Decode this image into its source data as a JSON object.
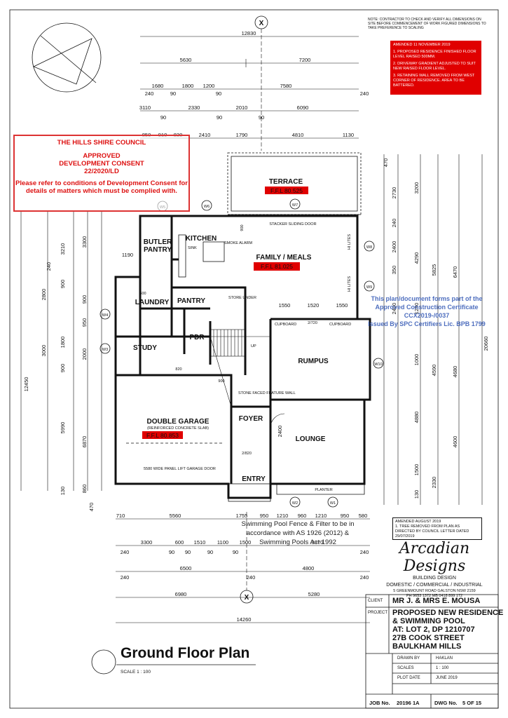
{
  "north_label": "X",
  "notes": {
    "general": "NOTE: CONTRACTOR TO CHECK AND VERIFY ALL DIMENSIONS ON SITE BEFORE COMMENCEMENT OF WORK FIGURED DIMENSIONS TO TAKE PREFERENCE TO SCALING",
    "amendment_title": "AMENDED 11 NOVEMBER 2019",
    "amendments": [
      "1. PROPOSED RESIDENCE FINISHED FLOOR LEVEL RAISED 500MM.",
      "2. DRIVEWAY GRADIENT ADJUSTED TO SUIT NEW RAISED FLOOR LEVEL.",
      "3. RETAINING WALL REMOVED FROM WEST CORNER OF RESIDENCE. AREA TO BE BATTERED."
    ],
    "amendment2_title": "AMENDED AUGUST 2019",
    "amendment2_text": "1. TREE REMOVED FROM PLAN AS DIRECTED BY COUNCIL LETTER DATED 29/07/2019"
  },
  "council_stamp": {
    "line1": "THE HILLS SHIRE COUNCIL",
    "line2": "APPROVED",
    "line3": "DEVELOPMENT CONSENT",
    "line4": "22/2020/LD",
    "line5": "Please refer to conditions of Development Consent for details of matters which must be complied with."
  },
  "certifier_stamp": {
    "line1": "This plan/document forms part of the",
    "line2": "Approved Construction Certificate",
    "line3": "CCX2019-/0037",
    "line4": "Issued By SPC Certifiers Lic. BPB 1799"
  },
  "pool_note": "Swimming Pool Fence & Filter to be in accordance with AS 1926 (2012) & Swimming Pools Act 1992",
  "rooms": {
    "terrace": "TERRACE",
    "terrace_ffl": "F.F.L 80.525",
    "kitchen": "KITCHEN",
    "butler": "BUTLER",
    "pantry1": "PANTRY",
    "family": "FAMILY / MEALS",
    "family_ffl": "F.F.L 81.025",
    "laundry": "LAUNDRY",
    "pantry2": "PANTRY",
    "study": "STUDY",
    "pdr": "PDR",
    "rumpus": "RUMPUS",
    "garage": "DOUBLE GARAGE",
    "garage_sub": "(REINFORCED CONCRETE SLAB)",
    "garage_ffl": "F.F.L 80.853",
    "garage_door": "5580 WIDE PANEL LIFT GARAGE DOOR",
    "foyer": "FOYER",
    "lounge": "LOUNGE",
    "entry": "ENTRY",
    "stacker": "STACKER SLIDING DOOR",
    "planter": "PLANTER",
    "stone": "STONE FACED FEATURE WALL",
    "cupboard": "CUPBOARD",
    "sink": "SINK",
    "smoke": "SMOKE ALARM",
    "hilites": "HI LITES",
    "store": "STORE UNDER",
    "up": "UP"
  },
  "windows": [
    "W5",
    "W6",
    "W7",
    "W8",
    "W9",
    "W4",
    "W3",
    "W10",
    "W2",
    "W1"
  ],
  "dims_top": {
    "overall": "12830",
    "row1": [
      "5630",
      "7200"
    ],
    "row2": [
      "1680",
      "1800",
      "1200",
      "7580"
    ],
    "row2_edges": [
      "240",
      "90",
      "90",
      "240"
    ],
    "row3": [
      "3110",
      "2330",
      "2010",
      "6090"
    ],
    "row3_edges": [
      "90",
      "90",
      "90"
    ],
    "row4": [
      "850",
      "910",
      "830",
      "2410",
      "1790",
      "4810",
      "1130"
    ]
  },
  "dims_bottom": {
    "row1": [
      "710",
      "5560",
      "1755",
      "950",
      "1210",
      "960",
      "1210",
      "950",
      "580"
    ],
    "row2": [
      "3300",
      "600",
      "1510",
      "1100",
      "1500",
      "3370"
    ],
    "row2_edges": [
      "240",
      "90",
      "90",
      "90",
      "90",
      "240"
    ],
    "row3": [
      "6500",
      "4800"
    ],
    "row3_edges": [
      "240",
      "240",
      "240"
    ],
    "row4": [
      "6980",
      "5280"
    ],
    "overall": "14260"
  },
  "dims_left": [
    "3210",
    "3300",
    "1190",
    "240",
    "2800",
    "900",
    "900",
    "3000",
    "1800",
    "12450",
    "2000",
    "900",
    "950",
    "5990",
    "6870",
    "130",
    "860",
    "470"
  ],
  "dims_right": [
    "470",
    "2730",
    "3200",
    "240",
    "2400",
    "4290",
    "5825",
    "6470",
    "350",
    "2400",
    "1290",
    "4680",
    "20660",
    "1000",
    "4590",
    "4880",
    "1500",
    "4600",
    "2330",
    "130"
  ],
  "interior_dims": [
    "1550",
    "1520",
    "1550",
    "2400",
    "2/720",
    "2/820",
    "900",
    "820",
    "600",
    "900"
  ],
  "brand": {
    "logo": "Arcadian Designs",
    "sub1": "BUILDING DESIGN",
    "sub2": "DOMESTIC / COMMERCIAL / INDUSTRIAL",
    "addr1": "5 GREENMOUNT ROAD   GALSTON   NSW   2159",
    "addr2": "PH 9653 1372        MB 0418 899 172"
  },
  "title_block": {
    "client_label": "CLIENT",
    "client": "MR J. & MRS E. MOUSA",
    "project_label": "PROJECT",
    "project": [
      "PROPOSED NEW RESIDENCE",
      "& SWIMMING POOL",
      "AT: LOT 2, DP 1210707",
      "27B COOK STREET",
      "BAULKHAM HILLS"
    ],
    "drawn_label": "DRAWN BY",
    "drawn": "HAKLAN",
    "scales_label": "SCALES",
    "scales": "1 : 100",
    "date_label": "PLOT DATE",
    "date": "JUNE 2019",
    "job_label": "JOB No.",
    "job": "20196 1A",
    "dwg_label": "DWG No.",
    "dwg": "5 OF 15"
  },
  "drawing_title": "Ground Floor Plan",
  "drawing_scale": "SCALE 1 : 100"
}
